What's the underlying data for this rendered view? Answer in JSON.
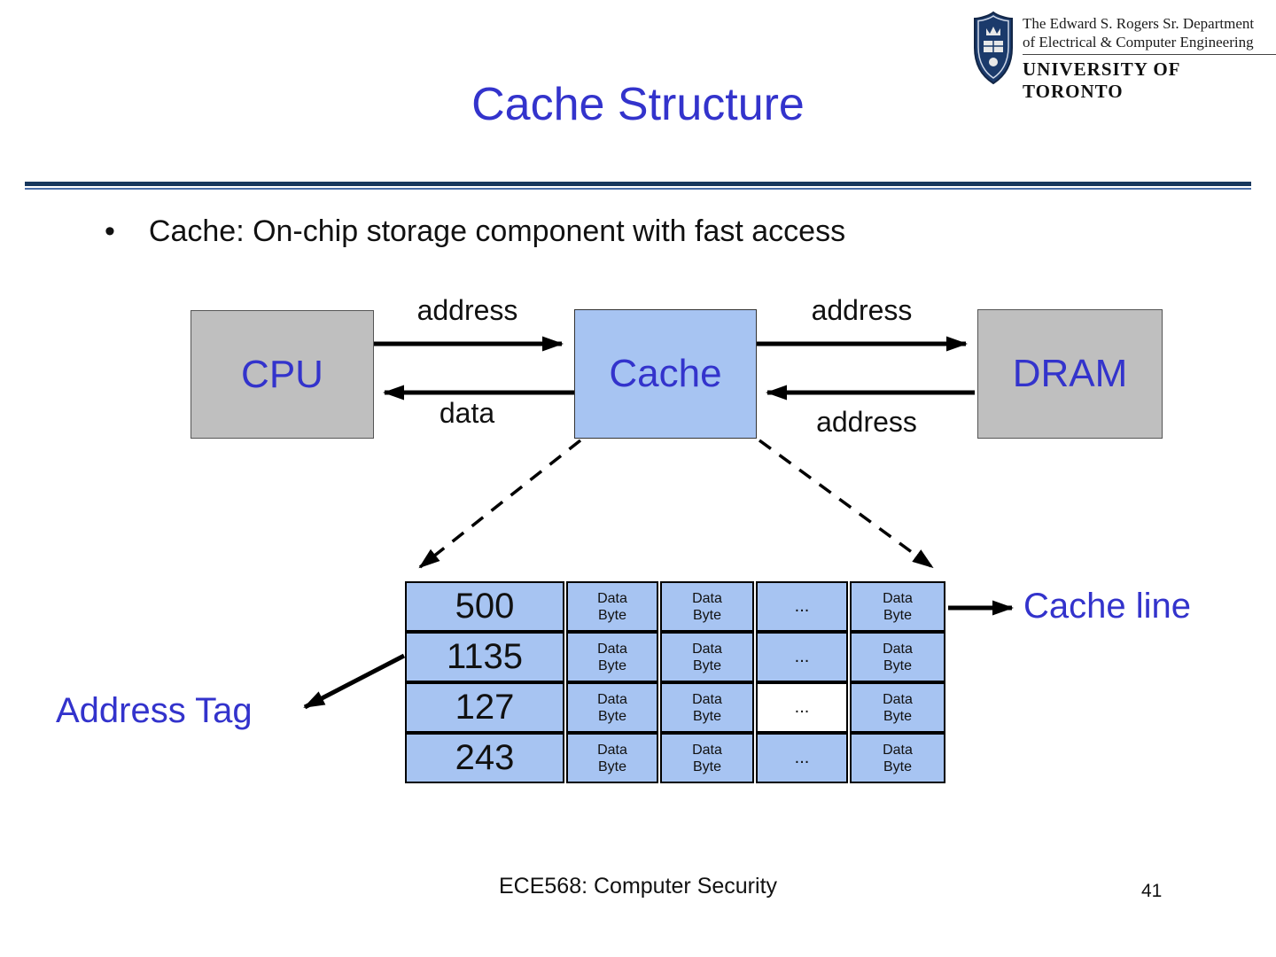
{
  "colors": {
    "accent_blue": "#3333CC",
    "rule_navy": "#17375D",
    "box_gray": "#BFBFBF",
    "cache_blue": "#A7C4F2"
  },
  "logo": {
    "line1": "The Edward S. Rogers Sr. Department",
    "line2": "of Electrical & Computer Engineering",
    "line3": "UNIVERSITY OF TORONTO"
  },
  "title": "Cache Structure",
  "bullet": {
    "marker": "•",
    "text": "Cache: On-chip storage component with fast access"
  },
  "blocks": {
    "cpu": "CPU",
    "cache": "Cache",
    "dram": "DRAM"
  },
  "arrows": {
    "cpu_cache_address": "address",
    "cache_cpu_data": "data",
    "cache_dram_address": "address",
    "dram_cache_address": "address"
  },
  "table": {
    "tags": [
      "500",
      "1135",
      "127",
      "243"
    ],
    "data_byte_line1": "Data",
    "data_byte_line2": "Byte",
    "ellipsis": "..."
  },
  "labels": {
    "cache_line": "Cache line",
    "address_tag": "Address Tag"
  },
  "footer": {
    "course": "ECE568: Computer Security",
    "page": "41"
  }
}
